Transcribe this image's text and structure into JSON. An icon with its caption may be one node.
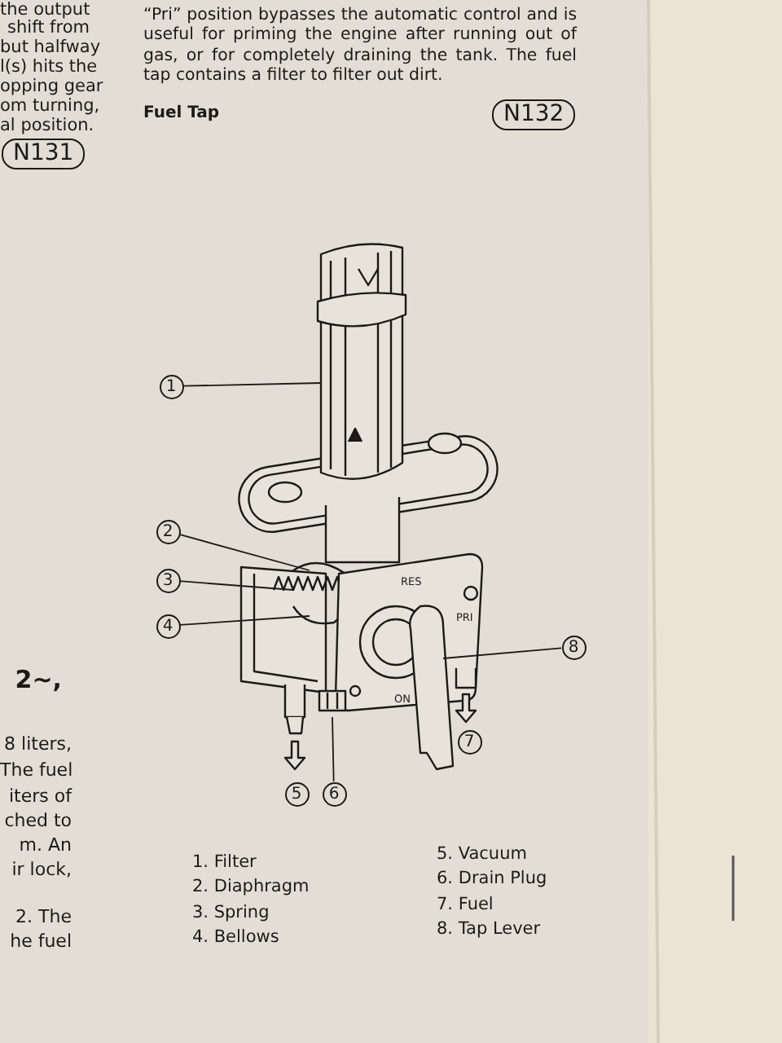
{
  "diagram": {
    "title": "Fuel Tap",
    "nodes": [
      {
        "text": [
          "1"
        ]
      },
      {
        "text": [
          "2"
        ]
      },
      {
        "text": [
          "3"
        ]
      },
      {
        "text": [
          "4"
        ]
      },
      {
        "text": [
          "5"
        ]
      },
      {
        "text": [
          "6"
        ]
      },
      {
        "text": [
          "7"
        ]
      },
      {
        "text": [
          "8"
        ]
      }
    ],
    "edges": [
      {
        "from": 0,
        "to": null,
        "arrow": "none"
      },
      {
        "from": 1,
        "to": null,
        "arrow": "none"
      },
      {
        "from": 2,
        "to": null,
        "arrow": "none"
      },
      {
        "from": 3,
        "to": null,
        "arrow": "none"
      },
      {
        "from": 5,
        "to": null,
        "arrow": "none"
      },
      {
        "from": 7,
        "to": null,
        "arrow": "none"
      }
    ],
    "labels": [
      "the output",
      "shift from",
      "but halfway",
      "l(s) hits the",
      "opping gear",
      "om turning,",
      "al position.",
      "“Pri” position bypasses the automatic control and is useful for priming the engine after running out of gas, or for completely draining the tank.  The fuel tap contains a filter to filter out dirt.",
      "N132",
      "N131",
      "RES",
      "PRI",
      "ON",
      "1. Filter",
      "2. Diaphragm",
      "3. Spring",
      "4. Bellows",
      "5. Vacuum",
      "6. Drain Plug",
      "7. Fuel",
      "8. Tap Lever",
      "2~,",
      "8 liters,",
      "The fuel",
      "iters of",
      "ched to",
      "m. An",
      "ir lock,",
      "2. The",
      "he fuel"
    ]
  }
}
